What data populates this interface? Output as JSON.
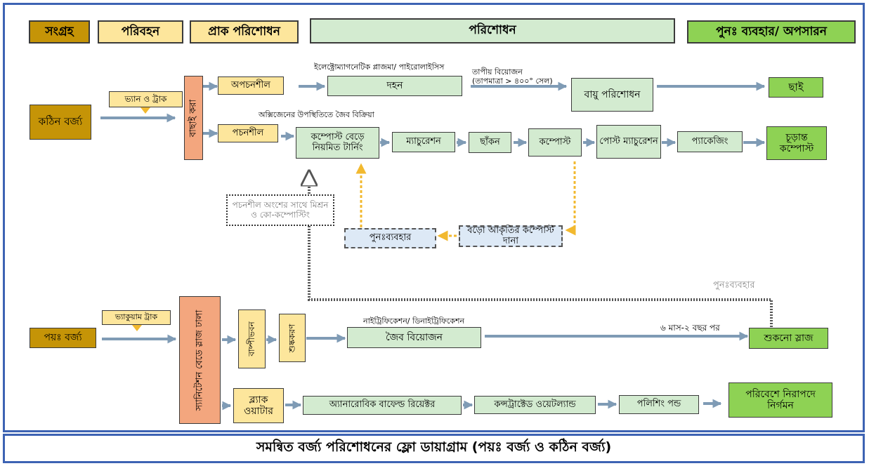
{
  "headers": {
    "collection": "সংগ্রহ",
    "transport": "পরিবহন",
    "pretreatment": "প্রাক পরিশোধন",
    "treatment": "পরিশোধন",
    "reuse_disposal": "পুনঃ ব্যবহার/ অপসারন"
  },
  "solid": {
    "source": "কঠিন বর্জ্য",
    "vehicle": "ভ্যান ও ট্রাক",
    "sorting": "বাছাই করা",
    "non_degradable": "অপচনশীল",
    "plasma_note": "ইলেক্ট্রোম্যাগনেটিক প্লাজমা/ পাইরোলাইসিস",
    "combustion": "দহন",
    "thermal_note_1": "তাপীয় বিয়োজন",
    "thermal_note_2": "(তাপমাত্রা > ৪০০° সেল)",
    "air_treatment": "বায়ু পরিশোধন",
    "ash": "ছাই",
    "oxygen_note": "অক্সিজেনের উপস্থিতিতে জৈব বিক্রিয়া",
    "degradable": "পচনশীল",
    "compost_turning": "কম্পোস্ট বেড়ে নিয়মিত টার্নিং",
    "maturation": "ম্যাচুরেশন",
    "sieving": "ছাঁকন",
    "compost": "কম্পোস্ট",
    "post_maturation": "পোস্ট ম্যাচুরেশন",
    "packaging": "প্যাকেজিং",
    "final_compost": "চূড়ান্ত কম্পোস্ট",
    "co_composting": "পচনশীল অংশের সাথে মিশ্রন ও কো-কম্পোস্টিং",
    "reuse_box": "পুনঃব্যবহার",
    "large_granule": "বড়ো আকৃতির কম্পোস্ট দানা"
  },
  "liquid": {
    "reuse_note": "পুনঃব্যবহার",
    "source": "পয়ঃ বর্জ্য",
    "vehicle": "ভ্যাকুয়াম ট্রাক",
    "settling_tank": "স্যানিটেশন বেডে স্লাজ ঢালা",
    "decanting": "বাষ্পীভবন",
    "dewatering": "শুষ্ককরণ",
    "nitrification_note": "নাইট্রিফিকেশন/ ডিনাইট্রিফিকেশন",
    "bio_decomposition": "জৈব বিয়োজন",
    "time_note": "৬ মাস-২ বছর পর",
    "dried_sludge": "শুকনো স্লাজ",
    "black_water": "ব্ল্যাক ওয়াটার",
    "anaerobic_reactor": "অ্যানারোবিক বাফেল্ড রিয়েক্টর",
    "constructed_wetland": "কন্সট্রাক্টেড ওয়েটল্যান্ড",
    "polishing_pond": "পলিশিং পন্ড",
    "safe_discharge": "পরিবেশে নিরাপদে নির্গমন"
  },
  "caption": "সমন্বিত বর্জ্য পরিশোধনের ফ্লো ডায়াগ্রাম (পয়ঃ বর্জ্য ও কঠিন বর্জ্য)",
  "colors": {
    "frame": "#3d63b3",
    "arrow": "#7f9bb5",
    "brown": "#c59407",
    "yellow": "#fde69c",
    "green": "#d3ebd0",
    "bright_green": "#8ed254",
    "salmon": "#f3a67e",
    "light_blue": "#dde9f6"
  }
}
